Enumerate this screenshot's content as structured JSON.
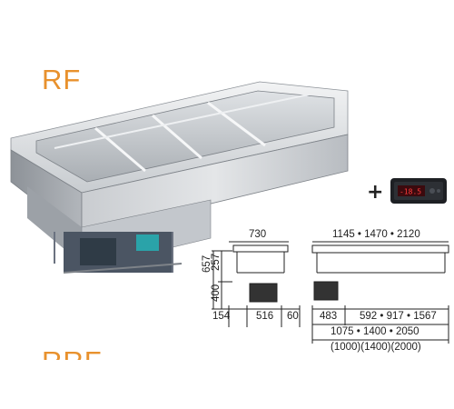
{
  "product": {
    "series_label": "RF",
    "next_series_label": "RRF"
  },
  "accessory": {
    "plus_sign": "+",
    "device": "controller-icon"
  },
  "side_view": {
    "width_top": "730",
    "height_total": "657",
    "height_upper": "257",
    "height_lower": "400",
    "bottom_left": "154",
    "bottom_mid": "516",
    "bottom_right": "60"
  },
  "front_view": {
    "width_top": "1145 • 1470 • 2120",
    "offset_left": "483",
    "inner_width": "592 • 917 • 1567",
    "bottom_width": "1075 • 1400 • 2050",
    "bracket_width": "(1000)(1400)(2000)"
  },
  "colors": {
    "title": "#e8912d",
    "steel_light": "#e6e8ea",
    "steel_dark": "#9aa0a6"
  }
}
